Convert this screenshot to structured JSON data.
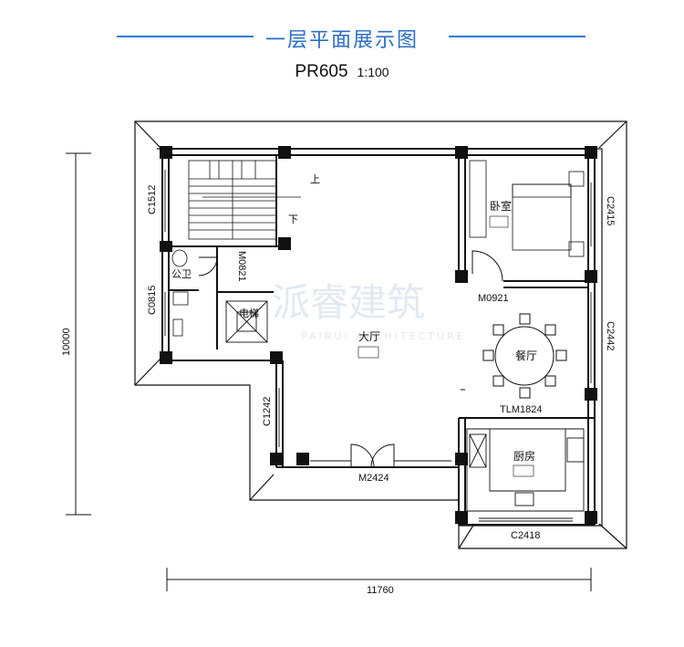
{
  "header": {
    "title": "一层平面展示图",
    "plan_code": "PR605",
    "scale": "1:100"
  },
  "watermark": {
    "text": "派睿建筑",
    "subtext": "PAIRUI ARCHITECTURE"
  },
  "dimensions": {
    "width": "11760",
    "depth": "10000"
  },
  "rooms": {
    "hall": "大厅",
    "bedroom": "卧室",
    "dining": "餐厅",
    "kitchen": "厨房",
    "elevator": "电梯",
    "toilet": "公卫"
  },
  "stairs": {
    "up": "上",
    "down": "下"
  },
  "windows": {
    "w1": "C1512",
    "w2": "C0815",
    "w3": "C2415",
    "w4": "C2442",
    "w5": "C1242",
    "w6": "C2418"
  },
  "doors": {
    "d1": "M0821",
    "d2": "M0921",
    "d3": "M2424",
    "d4": "TLM1824"
  },
  "colors": {
    "accent": "#2e7bd6",
    "line": "#111111"
  }
}
